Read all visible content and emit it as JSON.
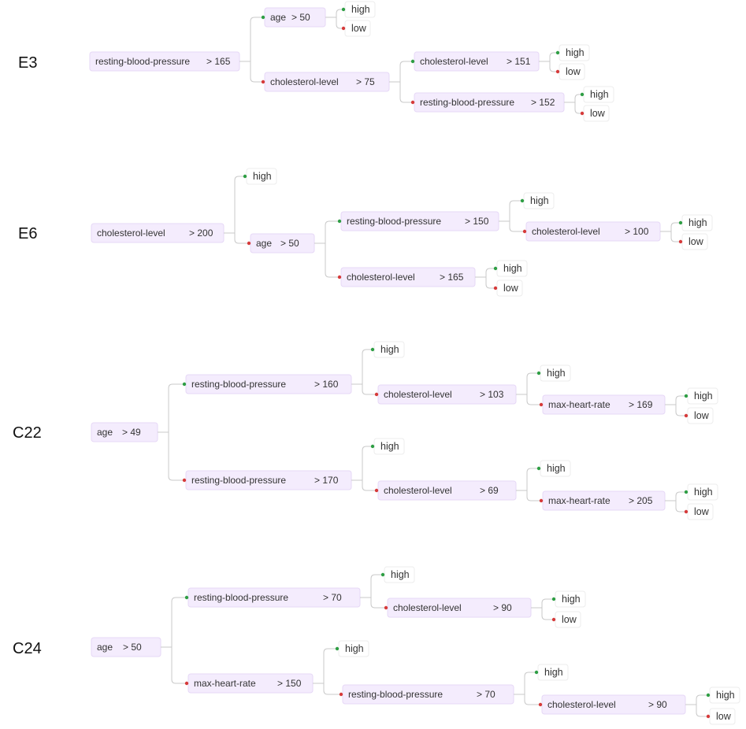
{
  "colors": {
    "yes_dot": "#2e9e44",
    "no_dot": "#d63a3a",
    "node_fill": "#f4ecfd",
    "edge": "#c9c9c9"
  },
  "trees": [
    {
      "label": "E3",
      "root": {
        "feature": "resting-blood-pressure",
        "threshold": "> 165",
        "yes": {
          "feature": "age",
          "threshold": "> 50",
          "yes": {
            "leaf": "high"
          },
          "no": {
            "leaf": "low"
          }
        },
        "no": {
          "feature": "cholesterol-level",
          "threshold": "> 75",
          "yes": {
            "feature": "cholesterol-level",
            "threshold": "> 151",
            "yes": {
              "leaf": "high"
            },
            "no": {
              "leaf": "low"
            }
          },
          "no": {
            "feature": "resting-blood-pressure",
            "threshold": "> 152",
            "yes": {
              "leaf": "high"
            },
            "no": {
              "leaf": "low"
            }
          }
        }
      }
    },
    {
      "label": "E6",
      "root": {
        "feature": "cholesterol-level",
        "threshold": "> 200",
        "yes": {
          "leaf": "high"
        },
        "no": {
          "feature": "age",
          "threshold": "> 50",
          "yes": {
            "feature": "resting-blood-pressure",
            "threshold": "> 150",
            "yes": {
              "leaf": "high"
            },
            "no": {
              "feature": "cholesterol-level",
              "threshold": "> 100",
              "yes": {
                "leaf": "high"
              },
              "no": {
                "leaf": "low"
              }
            }
          },
          "no": {
            "feature": "cholesterol-level",
            "threshold": "> 165",
            "yes": {
              "leaf": "high"
            },
            "no": {
              "leaf": "low"
            }
          }
        }
      }
    },
    {
      "label": "C22",
      "root": {
        "feature": "age",
        "threshold": "> 49",
        "yes": {
          "feature": "resting-blood-pressure",
          "threshold": "> 160",
          "yes": {
            "leaf": "high"
          },
          "no": {
            "feature": "cholesterol-level",
            "threshold": "> 103",
            "yes": {
              "leaf": "high"
            },
            "no": {
              "feature": "max-heart-rate",
              "threshold": "> 169",
              "yes": {
                "leaf": "high"
              },
              "no": {
                "leaf": "low"
              }
            }
          }
        },
        "no": {
          "feature": "resting-blood-pressure",
          "threshold": "> 170",
          "yes": {
            "leaf": "high"
          },
          "no": {
            "feature": "cholesterol-level",
            "threshold": "> 69",
            "yes": {
              "leaf": "high"
            },
            "no": {
              "feature": "max-heart-rate",
              "threshold": "> 205",
              "yes": {
                "leaf": "high"
              },
              "no": {
                "leaf": "low"
              }
            }
          }
        }
      }
    },
    {
      "label": "C24",
      "root": {
        "feature": "age",
        "threshold": "> 50",
        "yes": {
          "feature": "resting-blood-pressure",
          "threshold": "> 70",
          "yes": {
            "leaf": "high"
          },
          "no": {
            "feature": "cholesterol-level",
            "threshold": "> 90",
            "yes": {
              "leaf": "high"
            },
            "no": {
              "leaf": "low"
            }
          }
        },
        "no": {
          "feature": "max-heart-rate",
          "threshold": "> 150",
          "yes": {
            "leaf": "high"
          },
          "no": {
            "feature": "resting-blood-pressure",
            "threshold": "> 70",
            "yes": {
              "leaf": "high"
            },
            "no": {
              "feature": "cholesterol-level",
              "threshold": "> 90",
              "yes": {
                "leaf": "high"
              },
              "no": {
                "leaf": "low"
              }
            }
          }
        }
      }
    }
  ]
}
